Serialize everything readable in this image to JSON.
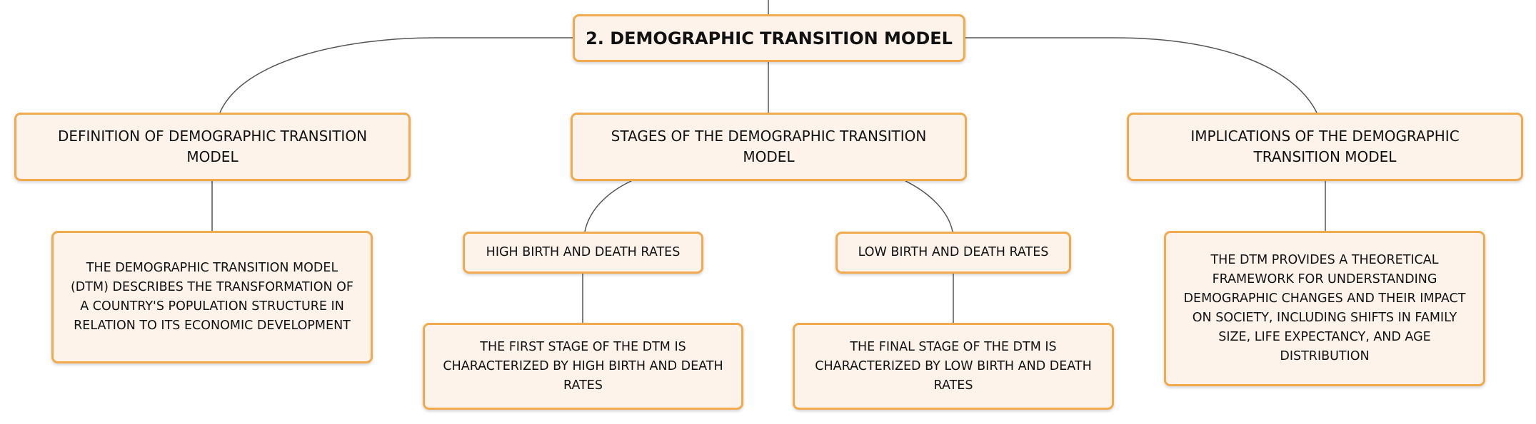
{
  "root": {
    "label": "2. DEMOGRAPHIC TRANSITION MODEL"
  },
  "branches": [
    {
      "label": "DEFINITION OF DEMOGRAPHIC TRANSITION MODEL",
      "children": [
        {
          "label": "THE DEMOGRAPHIC TRANSITION MODEL (DTM) DESCRIBES THE TRANSFORMATION OF A COUNTRY'S POPULATION STRUCTURE IN RELATION TO ITS ECONOMIC DEVELOPMENT"
        }
      ]
    },
    {
      "label": "STAGES OF THE DEMOGRAPHIC TRANSITION MODEL",
      "children": [
        {
          "label": "HIGH BIRTH AND DEATH RATES",
          "children": [
            {
              "label": "THE FIRST STAGE OF THE DTM IS CHARACTERIZED BY HIGH BIRTH AND DEATH RATES"
            }
          ]
        },
        {
          "label": "LOW BIRTH AND DEATH RATES",
          "children": [
            {
              "label": "THE FINAL STAGE OF THE DTM IS CHARACTERIZED BY LOW BIRTH AND DEATH RATES"
            }
          ]
        }
      ]
    },
    {
      "label": "IMPLICATIONS OF THE DEMOGRAPHIC TRANSITION MODEL",
      "children": [
        {
          "label": "THE DTM PROVIDES A THEORETICAL FRAMEWORK FOR UNDERSTANDING DEMOGRAPHIC CHANGES AND THEIR IMPACT ON SOCIETY, INCLUDING SHIFTS IN FAMILY SIZE, LIFE EXPECTANCY, AND AGE DISTRIBUTION"
        }
      ]
    }
  ],
  "colors": {
    "node_fill": "#fdf3ea",
    "node_border": "#f1aa4d",
    "connector": "#555555",
    "text": "#111111"
  }
}
